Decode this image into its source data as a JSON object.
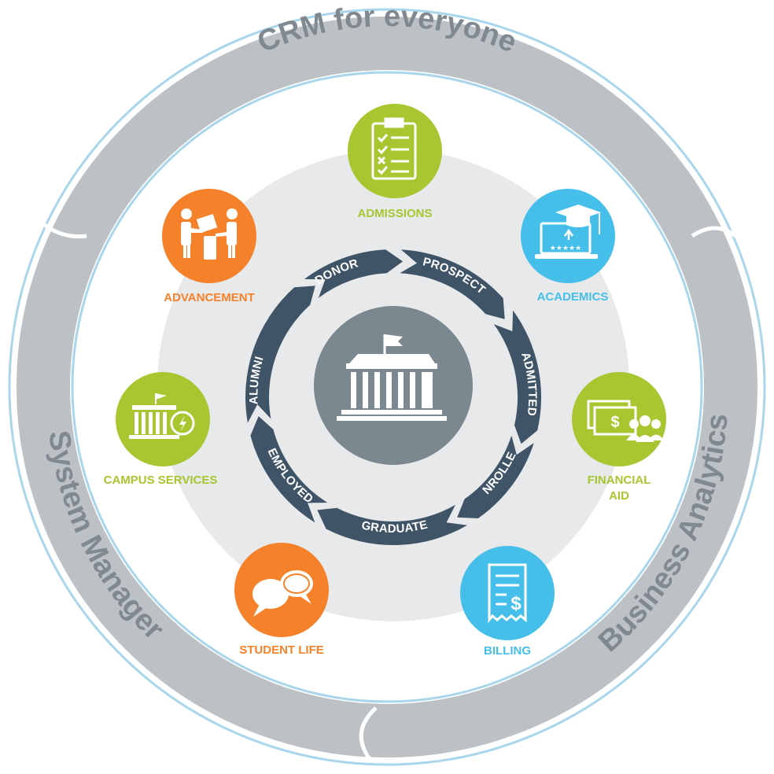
{
  "outer_band": {
    "top_label": "CRM for everyone",
    "left_label": "System Manager",
    "right_label": "Business Analytics"
  },
  "lifecycle": {
    "stages": [
      "PROSPECT",
      "ADMITTED",
      "ENROLLED",
      "GRADUATE",
      "EMPLOYED",
      "ALUMNI",
      "DONOR"
    ]
  },
  "center": {
    "icon": "university-building-icon"
  },
  "modules": [
    {
      "label": "ADMISSIONS",
      "color": "#a8c62f",
      "icon": "checklist-clipboard-icon"
    },
    {
      "label": "ACADEMICS",
      "color": "#45bfe9",
      "icon": "laptop-graduation-cap-icon"
    },
    {
      "label": "FINANCIAL",
      "label2": "AID",
      "color": "#a8c62f",
      "icon": "money-people-icon"
    },
    {
      "label": "BILLING",
      "color": "#45bfe9",
      "icon": "receipt-dollar-icon"
    },
    {
      "label": "STUDENT LIFE",
      "color": "#f5822a",
      "icon": "chat-bubbles-icon"
    },
    {
      "label": "CAMPUS SERVICES",
      "color": "#a8c62f",
      "icon": "building-power-icon"
    },
    {
      "label": "ADVANCEMENT",
      "color": "#f5822a",
      "icon": "handshake-icon"
    }
  ],
  "colors": {
    "band": "#bcc1c6",
    "band_outline": "#a9d6ea",
    "disc": "#e7e9eb",
    "ring": "#3f5466",
    "center": "#7c8890",
    "green": "#a8c62f",
    "blue": "#45bfe9",
    "orange": "#f5822a"
  }
}
